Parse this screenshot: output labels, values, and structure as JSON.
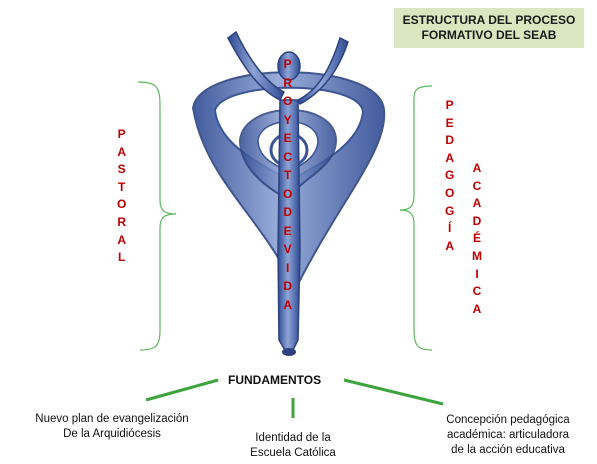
{
  "title": {
    "line1": "ESTRUCTURA DEL PROCESO",
    "line2": "FORMATIVO DEL SEAB"
  },
  "vertical_labels": {
    "pastoral": "PASTORAL",
    "proyecto": "PROYECTO DE VIDA",
    "pedagogia": "PEDAGOGÍA",
    "academica": "ACADÉMICA"
  },
  "root": "FUNDAMENTOS",
  "branches": [
    {
      "line1": "Nuevo plan de evangelización",
      "line2": "De la Arquidiócesis"
    },
    {
      "line1": "Identidad de la",
      "line2": "Escuela Católica"
    },
    {
      "line1": "Concepción pedagógica",
      "line2": "académica: articuladora",
      "line3": "de la acción educativa"
    }
  ],
  "colors": {
    "title_bg": "#d9e6bf",
    "label_red": "#c00000",
    "bracket_green": "#5cb85c",
    "connector_green": "#3da33d",
    "figure_blue": "#5068a8"
  }
}
